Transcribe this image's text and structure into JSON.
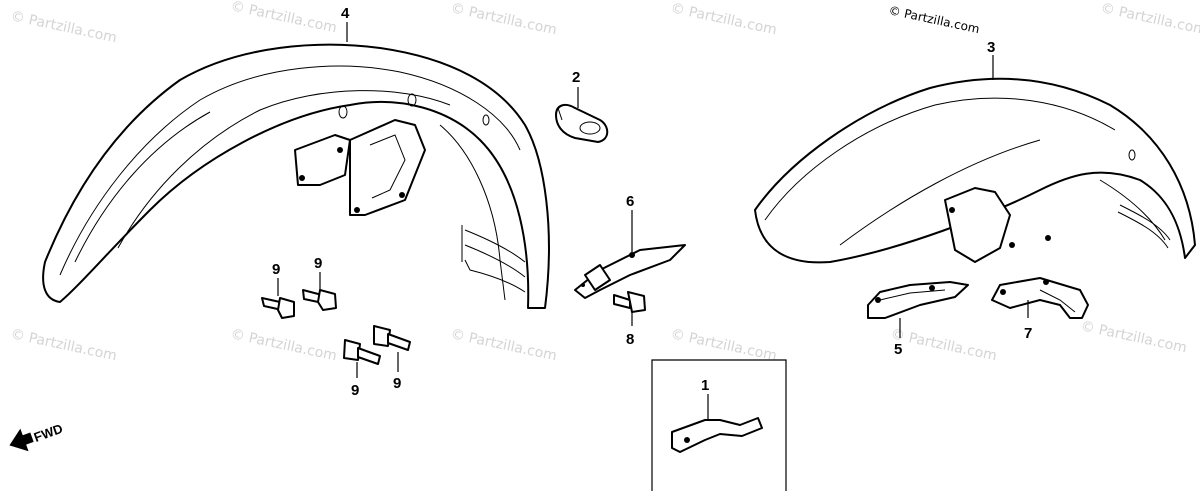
{
  "copyright": "© Partzilla.com",
  "watermark": "© Partzilla.com",
  "direction_label": "FWD",
  "callouts": {
    "c1": "1",
    "c2": "2",
    "c3": "3",
    "c4": "4",
    "c5": "5",
    "c6": "6",
    "c7": "7",
    "c8": "8",
    "c9a": "9",
    "c9b": "9",
    "c9c": "9",
    "c9d": "9"
  }
}
